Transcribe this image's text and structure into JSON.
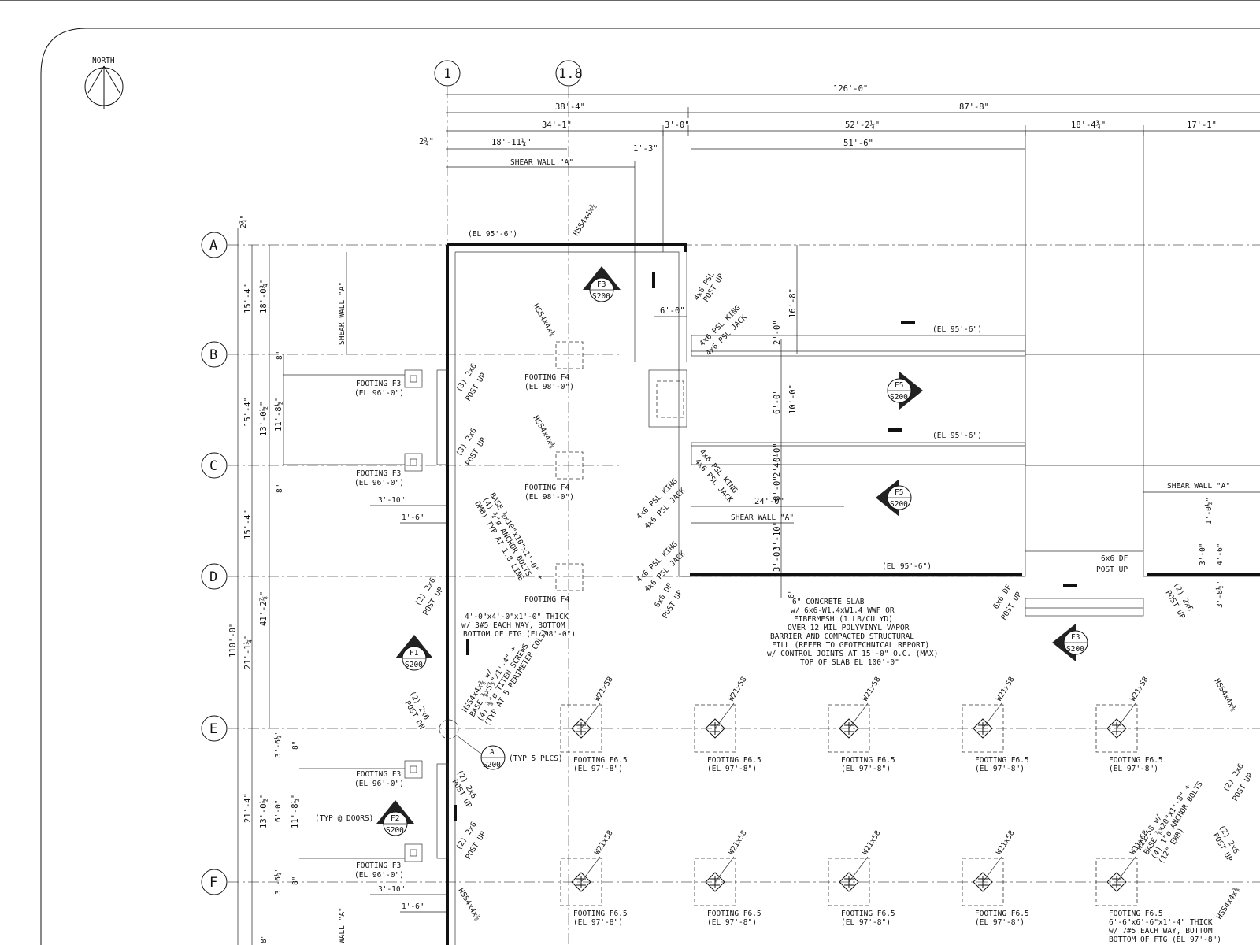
{
  "north": {
    "label": "NORTH"
  },
  "grid_columns": [
    {
      "label": "1"
    },
    {
      "label": "1.8"
    }
  ],
  "grid_rows": [
    {
      "label": "A"
    },
    {
      "label": "B"
    },
    {
      "label": "C"
    },
    {
      "label": "D"
    },
    {
      "label": "E"
    },
    {
      "label": "F"
    }
  ],
  "top_dims": {
    "overall": "126'-0\"",
    "d38": "38'-4\"",
    "d87": "87'-8\"",
    "d34": "34'-1\"",
    "d3": "3'-0\"",
    "d52": "52'-2¼\"",
    "d18r": "18'-4¾\"",
    "d17": "17'-1\"",
    "d2": "2¾\"",
    "d18": "18'-11¼\"",
    "d1_3": "1'-3\"",
    "d51": "51'-6\"",
    "shear_top": "SHEAR WALL \"A\""
  },
  "left_dims": {
    "d2a": "2¾\"",
    "d15a": "15'-4\"",
    "d18": "18'-0¾\"",
    "shear_left": "SHEAR WALL \"A\"",
    "d8a": "8\"",
    "d15b": "15'-4\"",
    "d13a": "13'-0½\"",
    "d11a": "11'-8½\"",
    "d8b": "8\"",
    "d15c": "15'-4\"",
    "d110": "110'-0\"",
    "d41": "41'-2⅞\"",
    "d21a": "21'-1¼\"",
    "d3_6a": "3'-6¼\"",
    "d8c": "8\"",
    "d21b": "21'-4\"",
    "d13b": "13'-0½\"",
    "d6": "6'-0\"",
    "d11b": "11'-8½\"",
    "d3_6b": "3'-6¼\"",
    "d8d": "8\"",
    "d8e": "8\"",
    "d3_10a": "3'-10\"",
    "d1_6a": "1'-6\"",
    "d3_10b": "3'-10\"",
    "d1_6b": "1'-6\"",
    "shear_left_bottom": "WALL \"A\""
  },
  "center_dims": {
    "d16": "16'-8\"",
    "d2a": "2'-0\"",
    "d6": "6'-0\"",
    "d10": "10'-0\"",
    "d4": "4'-0\"",
    "d2b": "2'-0\"",
    "d8": "8'-0\"",
    "d3_10": "3'-10\"",
    "d3": "3'-0\"",
    "d6b": "6\"",
    "d6_0": "6'-0\"",
    "d24": "24'-0\"",
    "shear_mid": "SHEAR WALL \"A\"",
    "shear_right": "SHEAR WALL \"A\"",
    "d1_0": "1'-0½\"",
    "d3_0r": "3'-0\"",
    "d4_6": "4'-6\"",
    "d3_8": "3'-8½\""
  },
  "elevations": {
    "el1": "(EL 95'-6\")",
    "el2": "(EL 95'-6\")",
    "el3": "(EL 95'-6\")",
    "el4": "(EL 95'-6\")"
  },
  "footings_f3": [
    {
      "name": "FOOTING F3",
      "el": "(EL 96'-0\")"
    },
    {
      "name": "FOOTING F3",
      "el": "(EL 96'-0\")"
    },
    {
      "name": "FOOTING F3",
      "el": "(EL 96'-0\")"
    },
    {
      "name": "FOOTING F3",
      "el": "(EL 96'-0\")"
    }
  ],
  "footings_f4": [
    {
      "name": "FOOTING F4",
      "el": "(EL 98'-0\")"
    },
    {
      "name": "FOOTING F4",
      "el": "(EL 98'-0\")"
    },
    {
      "name": "FOOTING F4",
      "el": "(EL 98'-0\")"
    }
  ],
  "f4_note": [
    "4'-0\"x4'-0\"x1'-0\" THICK",
    "w/ 3#5 EACH WAY, BOTTOM",
    "BOTTOM OF FTG (EL 98'-0\")"
  ],
  "footings_f65": {
    "name": "FOOTING F6.5",
    "el": "(EL 97'-8\")"
  },
  "f65_note": [
    "6'-6\"x6'-6\"x1'-4\" THICK",
    "w/ 7#5 EACH WAY, BOTTOM",
    "BOTTOM OF FTG (EL 97'-8\")"
  ],
  "beam": "W21x58",
  "hss": "HSS4x4x⅜",
  "post_labels": {
    "p3_2x6": "(3) 2x6",
    "post_up": "POST UP",
    "p2_2x6": "(2) 2x6",
    "post_dn": "POST DN",
    "psl": "4x6 PSL",
    "psl_king": "4x6 PSL KING",
    "psl_jack": "4x6 PSL JACK",
    "df": "6x6 DF"
  },
  "base_note": [
    "BASE ⅜x10\"x10\"x1'-0\" +",
    "(4) ¾\"ø ANCHOR BOLTS",
    "DMB) TYP AT 1.8 LINE"
  ],
  "base_note2": [
    "HSS4x4x⅜ w/",
    "BASE ⅜x5½\"x1'-4\" +",
    "(4) ⅜\"ø TITEN SCREWS",
    "(TYP AT 5 PERIMETER COLS)"
  ],
  "base_note3": [
    "W21x58 w/",
    "BASE ⅜x20\"x1'-8\" +",
    "(4) 1\"ø ANCHOR BOLTS",
    "(12\" EMB)"
  ],
  "slab_note": [
    "6\" CONCRETE SLAB",
    "w/ 6x6-W1.4xW1.4 WWF OR",
    "FIBERMESH (1 LB/CU YD)",
    "OVER 12 MIL POLYVINYL VAPOR",
    "BARRIER AND COMPACTED STRUCTURAL",
    "FILL (REFER TO GEOTECHNICAL REPORT)",
    "w/ CONTROL JOINTS AT 15'-0\" O.C. (MAX)",
    "TOP OF SLAB EL 100'-0\""
  ],
  "sections": [
    {
      "id": "F3",
      "sheet": "S200"
    },
    {
      "id": "F5",
      "sheet": "S200"
    },
    {
      "id": "F5",
      "sheet": "S200"
    },
    {
      "id": "F1",
      "sheet": "S200"
    },
    {
      "id": "F2",
      "sheet": "S200"
    },
    {
      "id": "F3",
      "sheet": "S200"
    }
  ],
  "detail_a": {
    "id": "A",
    "sheet": "S200",
    "note": "(TYP 5 PLCS)"
  },
  "typ_doors": "(TYP @ DOORS)"
}
